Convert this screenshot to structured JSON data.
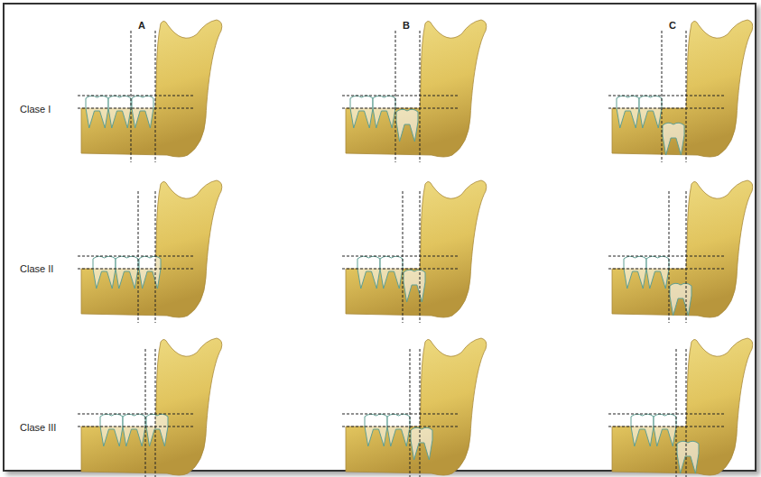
{
  "diagram": {
    "labels": [
      "A",
      "B",
      "C",
      "Clase I",
      "Clase II",
      "Clase III"
    ]
  }
}
